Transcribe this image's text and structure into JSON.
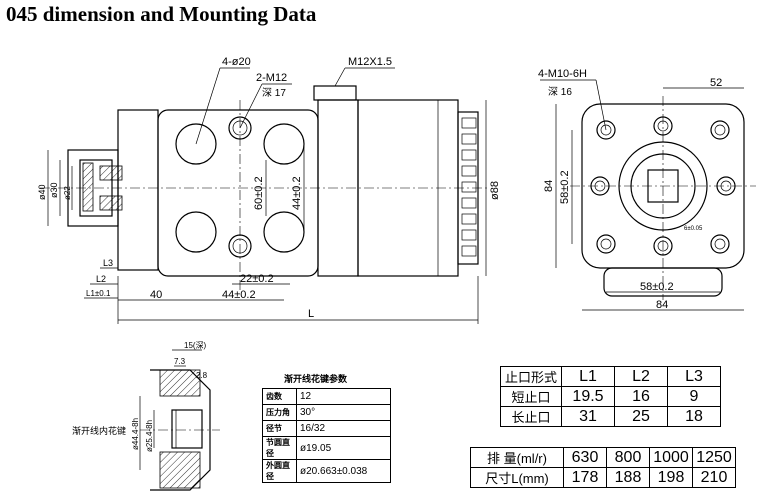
{
  "title": "045 dimension and Mounting Data",
  "front_view": {
    "callout_holes": "4-ø20",
    "callout_thread": "2-M12",
    "callout_depth": "深 17",
    "callout_port": "M12X1.5",
    "dim_60": "60±0.2",
    "dim_44": "44±0.2",
    "dim_88": "ø88",
    "dim_22": "22±0.2",
    "dim_40": "40",
    "dim_44b": "44±0.2",
    "dim_L": "L",
    "dim_L1": "L1±0.1",
    "dim_L2": "L2",
    "dim_L3": "L3",
    "dim_d40": "ø40",
    "dim_d30": "ø30",
    "dim_d22": "ø22"
  },
  "side_view": {
    "callout_thread": "4-M10-6H",
    "callout_depth": "深 16",
    "dim_52": "52",
    "dim_84v": "84",
    "dim_58v": "58±0.2",
    "dim_58h": "58±0.2",
    "dim_84h": "84",
    "dim_small": "6±0.05"
  },
  "spline_detail": {
    "dim_15": "15(深)",
    "dim_7": "7.3",
    "dim_28": "2.8",
    "dim_d44": "ø44.4-8h",
    "dim_d25": "ø25.4-8h",
    "label": "渐开线内花键"
  },
  "spline_table": {
    "caption": "渐开线花键参数",
    "rows": [
      {
        "k": "齿数",
        "v": "12"
      },
      {
        "k": "压力角",
        "v": "30°"
      },
      {
        "k": "径节",
        "v": "16/32"
      },
      {
        "k": "节圆直径",
        "v": "ø19.05"
      },
      {
        "k": "外圆直径",
        "v": "ø20.663±0.038"
      }
    ]
  },
  "stop_table": {
    "headers": [
      "止口形式",
      "L1",
      "L2",
      "L3"
    ],
    "rows": [
      [
        "短止口",
        "19.5",
        "16",
        "9"
      ],
      [
        "长止口",
        "31",
        "25",
        "18"
      ]
    ]
  },
  "disp_table": {
    "rows": [
      [
        "排 量(ml/r)",
        "630",
        "800",
        "1000",
        "1250"
      ],
      [
        "尺寸L(mm)",
        "178",
        "188",
        "198",
        "210"
      ]
    ]
  }
}
